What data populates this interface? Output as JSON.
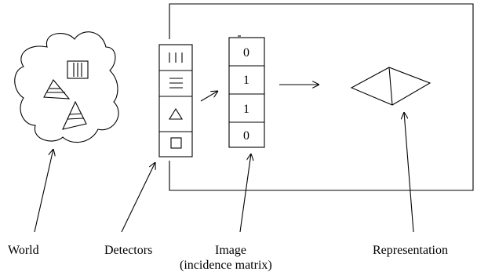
{
  "labels": {
    "world": "World",
    "detectors": "Detectors",
    "image": "Image",
    "image_sub": "(incidence matrix)",
    "representation": "Representation"
  },
  "detectors": [
    "vertical-lines-icon",
    "horizontal-lines-icon",
    "triangle-icon",
    "square-icon"
  ],
  "image_values": [
    "0",
    "1",
    "1",
    "0"
  ]
}
